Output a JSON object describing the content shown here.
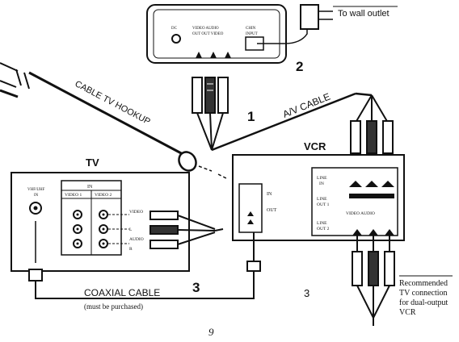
{
  "labels": {
    "wall_outlet": "To wall outlet",
    "cable_tv_hookup": "CABLE TV HOOKUP",
    "av_cable": "A/V CABLE",
    "step_1": "1",
    "step_2": "2",
    "step_3a": "3",
    "step_3b": "3",
    "tv": "TV",
    "vcr": "VCR",
    "coaxial_cable": "COAXIAL CABLE",
    "coaxial_note": "(must be purchased)",
    "recommended_line1": "Recommended",
    "recommended_line2": "TV connection",
    "recommended_line3": "for dual-output",
    "recommended_line4": "VCR",
    "page_number": "9"
  },
  "tv_panel": {
    "in_header": "IN",
    "video1": "VIDEO 1",
    "video2": "VIDEO 2",
    "antenna_line1": "VHF/UHF",
    "antenna_line2": "IN",
    "video_left": "VIDEO",
    "l_left": "L",
    "audio_left": "AUDIO",
    "r_left": "R"
  },
  "vcr_panel": {
    "in": "IN",
    "out": "OUT",
    "line1_in_a": "LINE",
    "line1_in_b": "IN",
    "line_out1_a": "LINE",
    "line_out1_b": "OUT 1",
    "line_out2_a": "LINE",
    "line_out2_b": "OUT 2",
    "video_audio": "VIDEO AUDIO"
  },
  "top_device": {
    "label_a": "DC",
    "label_b": "VIDEO  AUDIO",
    "label_c": "OUT  OUT  VIDEO",
    "label_d": "CHIN",
    "label_e": "INPUT"
  }
}
